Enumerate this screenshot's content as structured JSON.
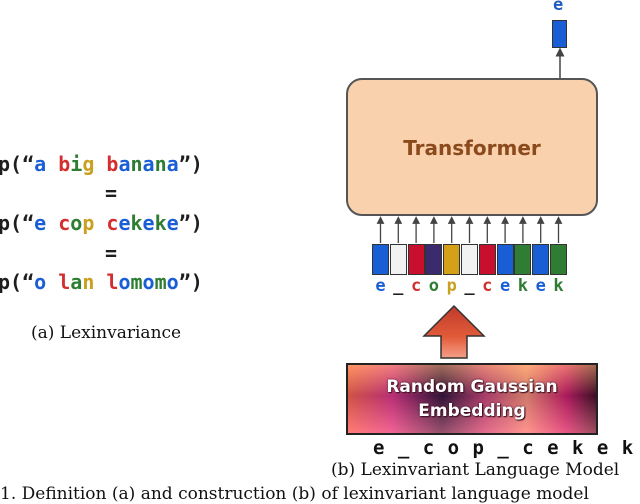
{
  "panel_a": {
    "lines": [
      [
        {
          "t": "p(“",
          "c": "#1e1e1e"
        },
        {
          "t": "a",
          "c": "#1a5ed6"
        },
        {
          "t": " ",
          "c": "#1e1e1e"
        },
        {
          "t": "b",
          "c": "#d32f2f"
        },
        {
          "t": "i",
          "c": "#2e7d32"
        },
        {
          "t": "g",
          "c": "#c9a020"
        },
        {
          "t": " ",
          "c": "#1e1e1e"
        },
        {
          "t": "b",
          "c": "#d32f2f"
        },
        {
          "t": "a",
          "c": "#1a5ed6"
        },
        {
          "t": "n",
          "c": "#2e7d32"
        },
        {
          "t": "a",
          "c": "#1a5ed6"
        },
        {
          "t": "n",
          "c": "#2e7d32"
        },
        {
          "t": "a",
          "c": "#1a5ed6"
        },
        {
          "t": "”)",
          "c": "#1e1e1e"
        }
      ],
      [
        {
          "t": "p(“",
          "c": "#1e1e1e"
        },
        {
          "t": "e",
          "c": "#1a5ed6"
        },
        {
          "t": " ",
          "c": "#1e1e1e"
        },
        {
          "t": "c",
          "c": "#d32f2f"
        },
        {
          "t": "o",
          "c": "#2e7d32"
        },
        {
          "t": "p",
          "c": "#c9a020"
        },
        {
          "t": " ",
          "c": "#1e1e1e"
        },
        {
          "t": "c",
          "c": "#d32f2f"
        },
        {
          "t": "e",
          "c": "#1a5ed6"
        },
        {
          "t": "k",
          "c": "#2e7d32"
        },
        {
          "t": "e",
          "c": "#1a5ed6"
        },
        {
          "t": "k",
          "c": "#2e7d32"
        },
        {
          "t": "e",
          "c": "#1a5ed6"
        },
        {
          "t": "”)",
          "c": "#1e1e1e"
        }
      ],
      [
        {
          "t": "p(“",
          "c": "#1e1e1e"
        },
        {
          "t": "o",
          "c": "#1a5ed6"
        },
        {
          "t": " ",
          "c": "#1e1e1e"
        },
        {
          "t": "l",
          "c": "#d32f2f"
        },
        {
          "t": "a",
          "c": "#2e7d32"
        },
        {
          "t": "n",
          "c": "#c9a020"
        },
        {
          "t": " ",
          "c": "#1e1e1e"
        },
        {
          "t": "l",
          "c": "#d32f2f"
        },
        {
          "t": "o",
          "c": "#1a5ed6"
        },
        {
          "t": "m",
          "c": "#2e7d32"
        },
        {
          "t": "o",
          "c": "#1a5ed6"
        },
        {
          "t": "m",
          "c": "#2e7d32"
        },
        {
          "t": "o",
          "c": "#1a5ed6"
        },
        {
          "t": "”)",
          "c": "#1e1e1e"
        }
      ]
    ],
    "equals": "=",
    "caption": "(a) Lexinvariance"
  },
  "panel_b": {
    "output_label": "e",
    "transformer_label": "Transformer",
    "embeddings": [
      {
        "char": "e",
        "color": "#1a5ed6",
        "text_color": "#1a5ed6"
      },
      {
        "char": "_",
        "color": "#f2f2f2",
        "text_color": "#1e1e1e"
      },
      {
        "char": "c",
        "color": "#c8102e",
        "text_color": "#d32f2f"
      },
      {
        "char": "o",
        "color": "#3b2a6e",
        "text_color": "#2e7d32"
      },
      {
        "char": "p",
        "color": "#d4a017",
        "text_color": "#c9a020"
      },
      {
        "char": "_",
        "color": "#f2f2f2",
        "text_color": "#1e1e1e"
      },
      {
        "char": "c",
        "color": "#c8102e",
        "text_color": "#d32f2f"
      },
      {
        "char": "e",
        "color": "#1a5ed6",
        "text_color": "#1a5ed6"
      },
      {
        "char": "k",
        "color": "#2e7d32",
        "text_color": "#2e7d32"
      },
      {
        "char": "e",
        "color": "#1a5ed6",
        "text_color": "#1a5ed6"
      },
      {
        "char": "k",
        "color": "#2e7d32",
        "text_color": "#2e7d32"
      }
    ],
    "gaussian_line1": "Random Gaussian",
    "gaussian_line2": "Embedding",
    "input_sequence": "e _ c o p _ c e k e k",
    "caption": "(b) Lexinvariant Language Model"
  },
  "cut_text": "1. Definition (a) and construction (b) of lexinvariant language model"
}
